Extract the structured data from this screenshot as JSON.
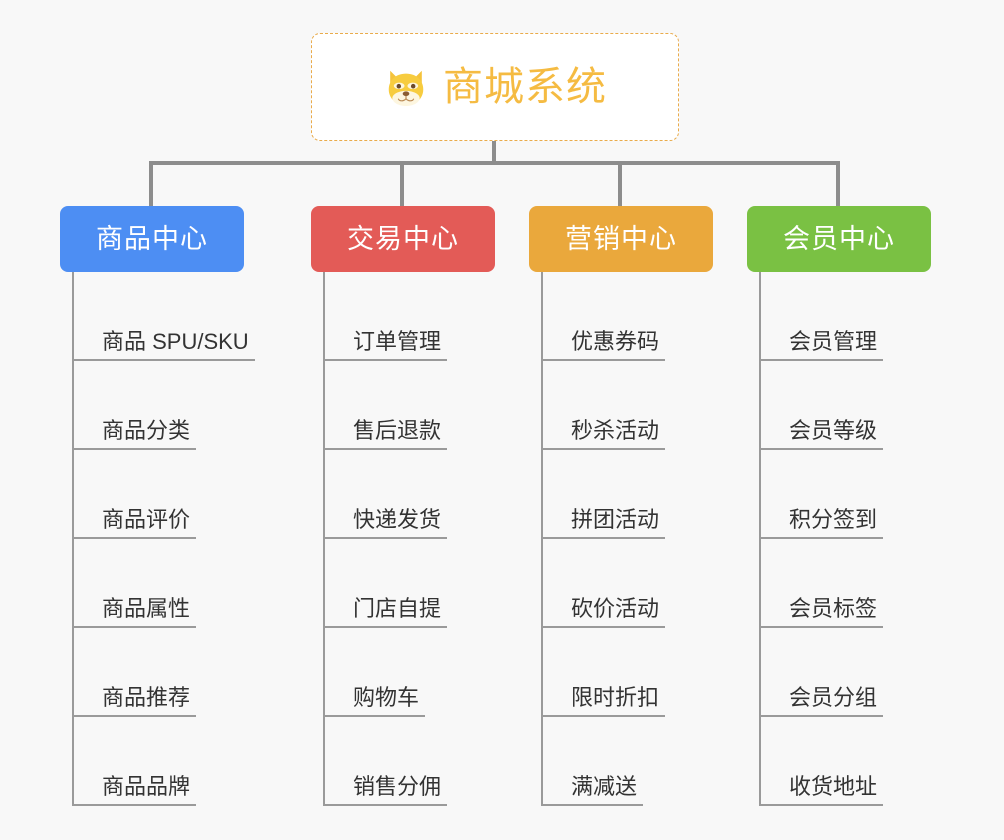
{
  "canvas": {
    "background_color": "#f8f8f8",
    "connector_color": "#8d8d8d",
    "leaf_line_color": "#9a9a9a",
    "leaf_text_color": "#333333"
  },
  "root": {
    "title": "商城系统",
    "icon": "dog-face-emoji",
    "text_color": "#f5bb42",
    "border_color": "#e9ab4b",
    "background_color": "#ffffff"
  },
  "columns": [
    {
      "label": "商品中心",
      "color": "#4d8ef3",
      "items": [
        "商品 SPU/SKU",
        "商品分类",
        "商品评价",
        "商品属性",
        "商品推荐",
        "商品品牌"
      ]
    },
    {
      "label": "交易中心",
      "color": "#e35b57",
      "items": [
        "订单管理",
        "售后退款",
        "快递发货",
        "门店自提",
        "购物车",
        "销售分佣"
      ]
    },
    {
      "label": "营销中心",
      "color": "#eaa83c",
      "items": [
        "优惠券码",
        "秒杀活动",
        "拼团活动",
        "砍价活动",
        "限时折扣",
        "满减送"
      ]
    },
    {
      "label": "会员中心",
      "color": "#7ac143",
      "items": [
        "会员管理",
        "会员等级",
        "积分签到",
        "会员标签",
        "会员分组",
        "收货地址"
      ]
    }
  ]
}
